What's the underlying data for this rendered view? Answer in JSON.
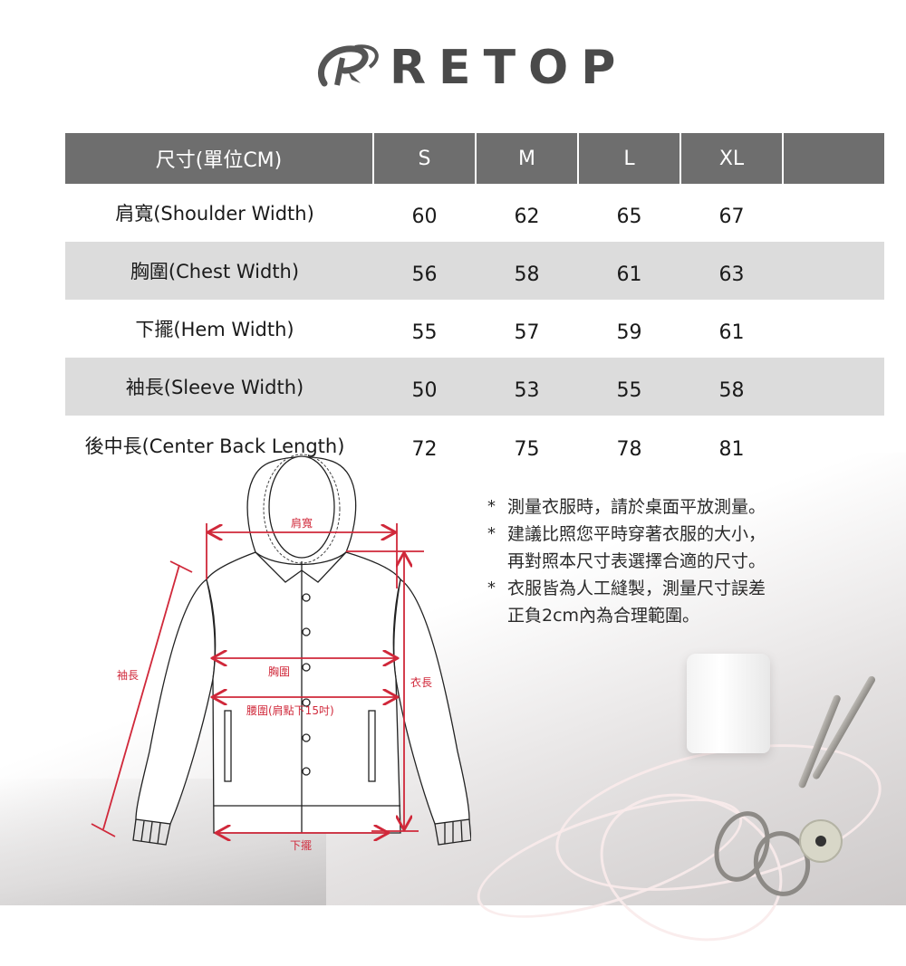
{
  "brand": {
    "name": "RETOP",
    "logo_icon": "retop-swoosh-logo"
  },
  "size_table": {
    "header": {
      "label": "尺寸(單位CM)",
      "sizes": [
        "S",
        "M",
        "L",
        "XL",
        ""
      ]
    },
    "rows": [
      {
        "label": "肩寬(Shoulder Width)",
        "values": [
          "60",
          "62",
          "65",
          "67",
          ""
        ]
      },
      {
        "label": "胸圍(Chest Width)",
        "values": [
          "56",
          "58",
          "61",
          "63",
          ""
        ]
      },
      {
        "label": "下擺(Hem Width)",
        "values": [
          "55",
          "57",
          "59",
          "61",
          ""
        ]
      },
      {
        "label": "袖長(Sleeve Width)",
        "values": [
          "50",
          "53",
          "55",
          "58",
          ""
        ]
      },
      {
        "label": "後中長(Center Back Length)",
        "values": [
          "72",
          "75",
          "78",
          "81",
          ""
        ]
      }
    ],
    "colors": {
      "header_bg": "#6e6e6e",
      "stripe_bg": "#dcdcdc"
    }
  },
  "diagram": {
    "labels": {
      "shoulder": "肩寬",
      "chest": "胸圍",
      "waist": "腰圍(肩點下15吋)",
      "length": "衣長",
      "sleeve": "袖長",
      "hem": "下擺"
    },
    "accent_color": "#d0283a"
  },
  "notes": {
    "bullet": "*",
    "items": [
      {
        "lines": [
          "測量衣服時，請於桌面平放測量。"
        ]
      },
      {
        "lines": [
          "建議比照您平時穿著衣服的大小，",
          "再對照本尺寸表選擇合適的尺寸。"
        ]
      },
      {
        "lines": [
          "衣服皆為人工縫製，測量尺寸誤差",
          "正負2cm內為合理範圍。"
        ]
      }
    ]
  }
}
